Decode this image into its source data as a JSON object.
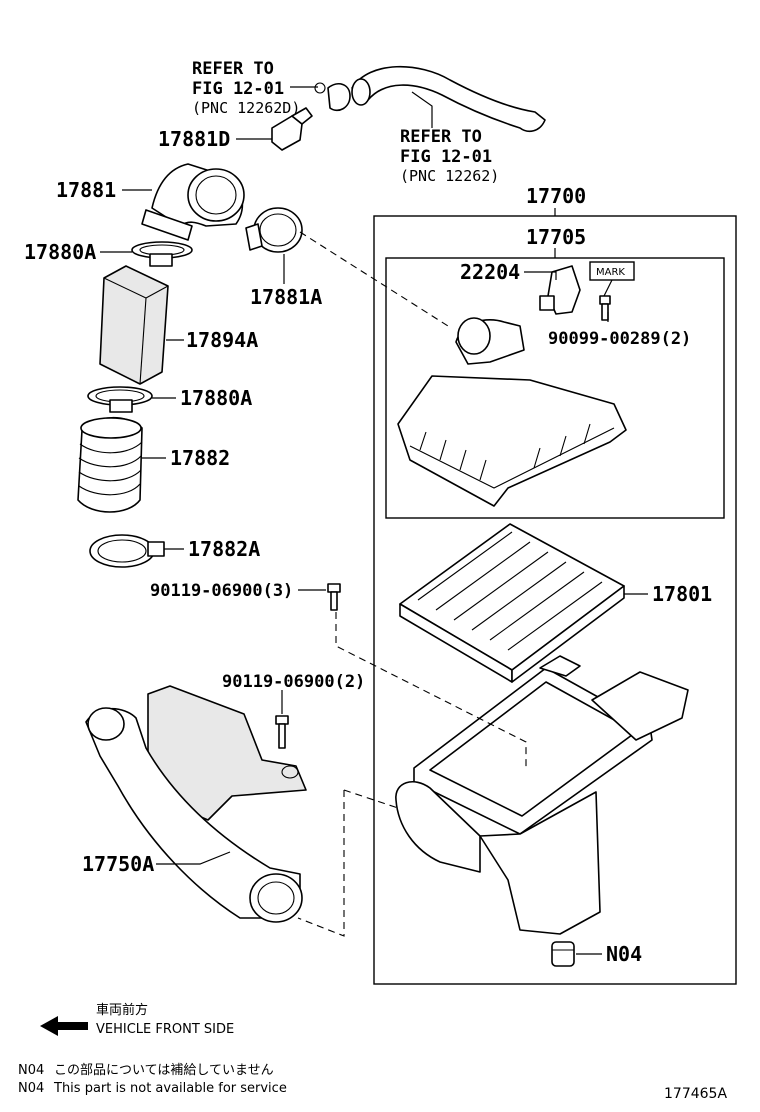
{
  "refer_top": {
    "line1": "REFER TO",
    "line2": "FIG 12-01",
    "line3": "(PNC 12262D)"
  },
  "refer_right": {
    "line1": "REFER TO",
    "line2": "FIG 12-01",
    "line3": "(PNC 12262)"
  },
  "parts": {
    "p17881D": "17881D",
    "p17881": "17881",
    "p17880A_top": "17880A",
    "p17881A": "17881A",
    "p17894A": "17894A",
    "p17880A_mid": "17880A",
    "p17882": "17882",
    "p17882A": "17882A",
    "p90119_3": "90119-06900(3)",
    "p90119_2": "90119-06900(2)",
    "p17750A": "17750A",
    "p17700": "17700",
    "p17705": "17705",
    "p22204": "22204",
    "mark": "MARK",
    "p90099": "90099-00289(2)",
    "p17801": "17801",
    "pN04": "N04"
  },
  "legend": {
    "direction_jp": "車両前方",
    "direction_en": "VEHICLE FRONT SIDE",
    "note1_code": "N04",
    "note1_text": "この部品については補給していません",
    "note2_code": "N04",
    "note2_text": "This part is not available for service"
  },
  "figure_id": "177465A"
}
